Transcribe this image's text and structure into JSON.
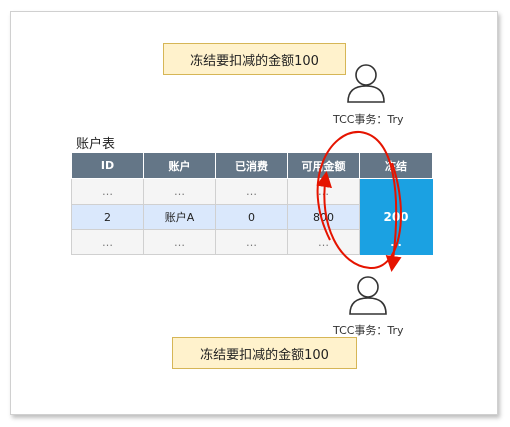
{
  "callouts": {
    "top": "冻结要扣减的金额100",
    "bottom": "冻结要扣减的金额100"
  },
  "users": {
    "top_label": "TCC事务：Try",
    "bottom_label": "TCC事务：Try"
  },
  "table": {
    "title": "账户表",
    "headers": [
      "ID",
      "账户",
      "已消费",
      "可用金额",
      "冻结"
    ],
    "rows": [
      [
        "…",
        "…",
        "…",
        "…",
        "…"
      ],
      [
        "2",
        "账户A",
        "0",
        "800",
        "200"
      ],
      [
        "…",
        "…",
        "…",
        "…",
        "…"
      ]
    ]
  },
  "colors": {
    "header_bg": "#647687",
    "highlight_row": "#dae8fc",
    "freeze_cell": "#1ba1e2",
    "callout_bg": "#fff2cc",
    "arrow": "#e51400"
  },
  "icons": [
    "user-icon",
    "user-icon",
    "curved-arrow-icon",
    "curved-arrow-icon"
  ]
}
